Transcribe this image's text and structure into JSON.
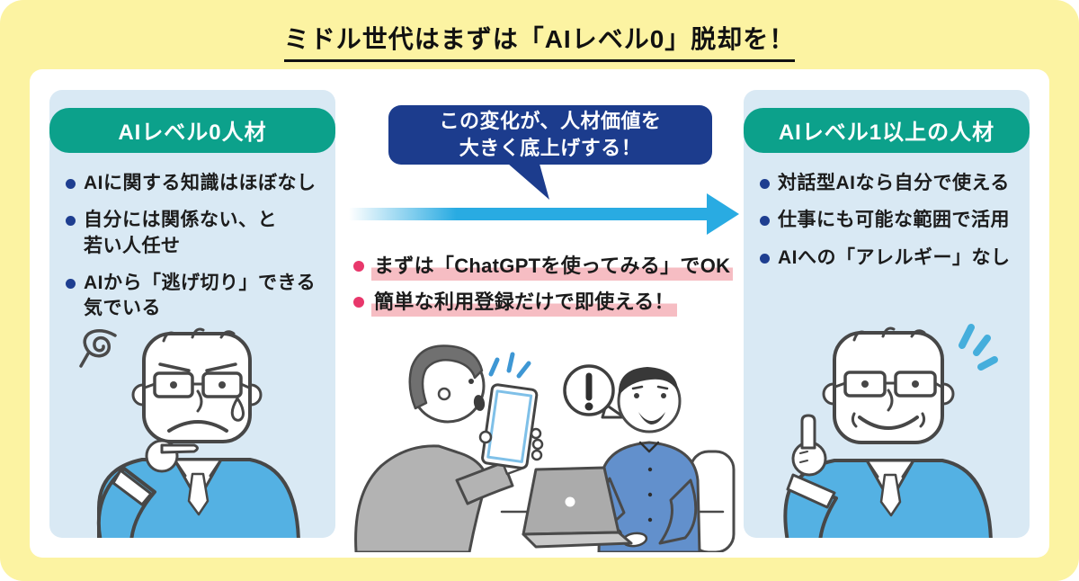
{
  "title": "ミドル世代はまずは「AIレベル0」脱却を！",
  "left_panel": {
    "header": "AIレベル0人材",
    "bullets": [
      "AIに関する知識はほぼなし",
      "自分には関係ない、と\n若い人任せ",
      "AIから「逃げ切り」できる\n気でいる"
    ],
    "illustration": "worried-middle-aged-businessman"
  },
  "center": {
    "callout_line1": "この変化が、人材価値を",
    "callout_line2": "大きく底上げする！",
    "points": [
      "まずは「ChatGPTを使ってみる」でOK",
      "簡単な利用登録だけで即使える！"
    ],
    "exclamation": "!",
    "illustration": "man-showing-smartphone-to-young-colleague-with-laptop"
  },
  "right_panel": {
    "header": "AIレベル1以上の人材",
    "bullets": [
      "対話型AIなら自分で使える",
      "仕事にも可能な範囲で活用",
      "AIへの「アレルギー」なし"
    ],
    "illustration": "happy-middle-aged-businessman-pointing-up"
  },
  "icons": {
    "left": [
      "confusion-swirl-icon",
      "tear-icon"
    ],
    "center": [
      "sparkle-icon",
      "exclamation-bubble-icon",
      "right-arrow-icon",
      "speech-bubble-icon"
    ],
    "right": [
      "sparkle-icon"
    ]
  },
  "colors": {
    "frame_yellow": "#FCF3A2",
    "panel_blue": "#D9E9F4",
    "badge_teal": "#0CA18B",
    "callout_navy": "#1C3C8D",
    "arrow_cyan": "#29ABE2",
    "point_pink_dot": "#E8376B",
    "highlight_pink": "#F6BDC3",
    "bullet_navy": "#1E3E90",
    "suit_blue": "#54B1E3",
    "gray_suit": "#B3B3B3",
    "shirt_blue": "#6290CC",
    "text_dark": "#1B1B1B"
  }
}
